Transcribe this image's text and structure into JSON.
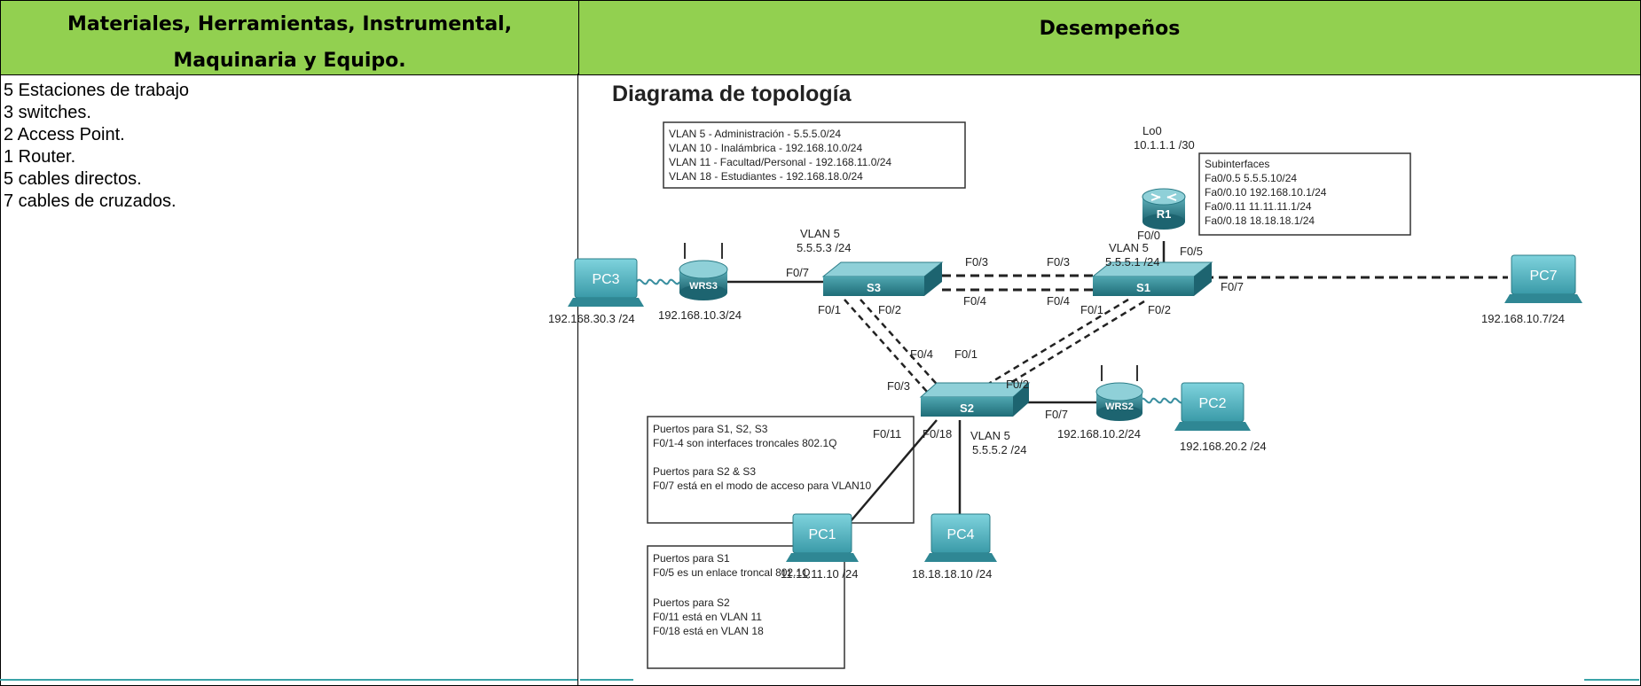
{
  "table": {
    "header_left_line1": "Materiales, Herramientas, Instrumental,",
    "header_left_line2": "Maquinaria y Equipo.",
    "header_right": "Desempeños"
  },
  "materials": [
    "5 Estaciones de trabajo",
    "3 switches.",
    "2 Access Point.",
    "1 Router.",
    "5 cables directos.",
    "7 cables de cruzados."
  ],
  "diagram": {
    "title": "Diagrama de topología",
    "vlan_box": [
      "VLAN 5 - Administración - 5.5.5.0/24",
      "VLAN 10 - Inalámbrica - 192.168.10.0/24",
      "VLAN 11 - Facultad/Personal - 192.168.11.0/24",
      "VLAN 18 - Estudiantes - 192.168.18.0/24"
    ],
    "loopback_label": "Lo0",
    "loopback_ip": "10.1.1.1 /30",
    "subinterfaces": [
      "Subinterfaces",
      "Fa0/0.5 5.5.5.10/24",
      "Fa0/0.10 192.168.10.1/24",
      "Fa0/0.11 11.11.11.1/24",
      "Fa0/0.18 18.18.18.1/24"
    ],
    "devices": {
      "r1": "R1",
      "s1": "S1",
      "s2": "S2",
      "s3": "S3",
      "wrs2": "WRS2",
      "wrs3": "WRS3",
      "pc1": "PC1",
      "pc2": "PC2",
      "pc3": "PC3",
      "pc4": "PC4",
      "pc7": "PC7"
    },
    "addresses": {
      "r1_port": "F0/0",
      "s1_vlan": "VLAN 5",
      "s1_ip": "5.5.5.1 /24",
      "s3_vlan": "VLAN 5",
      "s3_ip": "5.5.5.3 /24",
      "s2_vlan": "VLAN 5",
      "s2_ip": "5.5.5.2 /24",
      "pc3_ip": "192.168.30.3 /24",
      "wrs3_ip": "192.168.10.3/24",
      "pc7_ip": "192.168.10.7/24",
      "wrs2_ip": "192.168.10.2/24",
      "pc2_ip": "192.168.20.2 /24",
      "pc1_ip": "11.11.11.10 /24",
      "pc4_ip": "18.18.18.10 /24"
    },
    "ports": {
      "s3_f07": "F0/7",
      "s3_f03": "F0/3",
      "s3_f04": "F0/4",
      "s3_f01": "F0/1",
      "s3_f02": "F0/2",
      "s1_f03": "F0/3",
      "s1_f04": "F0/4",
      "s1_f05": "F0/5",
      "s1_f07": "F0/7",
      "s1_f01": "F0/1",
      "s1_f02": "F0/2",
      "s2_f04": "F0/4",
      "s2_f01": "F0/1",
      "s2_f03": "F0/3",
      "s2_f02": "F0/2",
      "s2_f07": "F0/7",
      "s2_f011": "F0/11",
      "s2_f018": "F0/18"
    },
    "ports_box1": [
      "Puertos para S1, S2, S3",
      "F0/1-4 son interfaces troncales 802.1Q",
      "",
      "Puertos para S2 & S3",
      "F0/7 está en el modo de acceso para VLAN10"
    ],
    "ports_box2": [
      "Puertos para S1",
      "F0/5 es un enlace troncal 802.1Q",
      "",
      "Puertos para S2",
      "F0/11 está en VLAN 11",
      "F0/18 está en VLAN 18"
    ]
  }
}
